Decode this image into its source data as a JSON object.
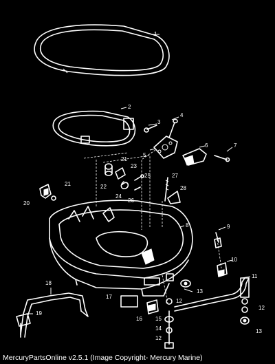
{
  "diagram": {
    "callouts": [
      "1",
      "2",
      "3",
      "4",
      "5",
      "6",
      "7",
      "21",
      "23",
      "22",
      "25",
      "24",
      "26",
      "27",
      "28",
      "21",
      "20",
      "8",
      "9",
      "10",
      "11",
      "12",
      "12",
      "12",
      "13",
      "13",
      "14",
      "15",
      "16",
      "17",
      "18",
      "19"
    ]
  },
  "caption": "MercuryPartsOnline v2.5.1 (Image Copyright- Mercury Marine)",
  "colors": {
    "background": "#000000",
    "line": "#ffffff"
  }
}
